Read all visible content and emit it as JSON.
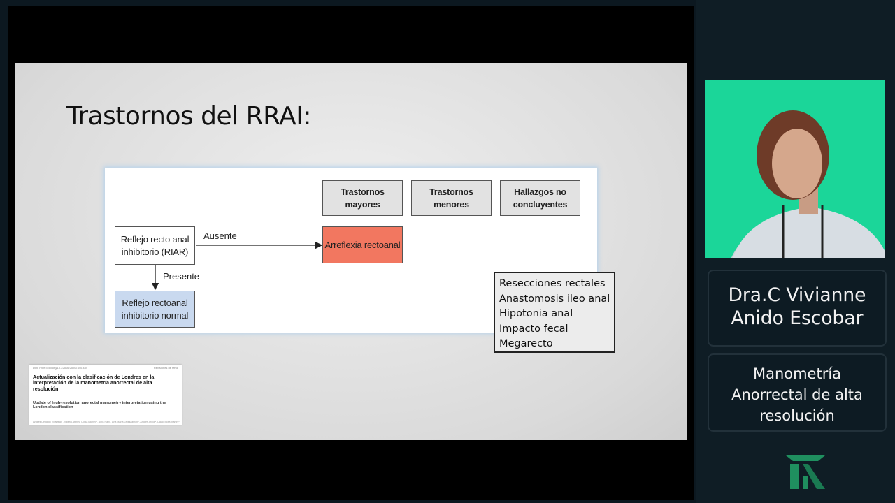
{
  "slide": {
    "title": "Trastornos del RRAI:",
    "diagram": {
      "categories": [
        "Trastornos mayores",
        "Trastornos menores",
        "Hallazgos no\nconcluyentes"
      ],
      "start_node": "Reflejo recto anal\ninhibitorio (RIAR)",
      "absent_label": "Ausente",
      "absent_result": "Arreflexia rectoanal",
      "present_label": "Presente",
      "present_result": "Reflejo rectoanal\ninhibitorio normal"
    },
    "callout": [
      "Resecciones rectales",
      "Anastomosis ileo anal",
      "Hipotonia anal",
      "Impacto fecal",
      "Megarecto"
    ],
    "paper": {
      "doi": "DOI: https://doi.org/10.22516/25007440.484",
      "section": "Revisiones de tema",
      "title_es": "Actualización con la clasificación de Londres en la interpretación de la manometría anorrectal de alta resolución",
      "title_en": "Update of high-resolution anorectal manometry interpretation using the London classification",
      "authors": "Andrés Delgado Villarreal¹ , Valeria Atenea Costa Barney², Albis Hani³, Ana María Leguizamón⁴, Andrés Ardila⁵, David Mota Martini⁶"
    }
  },
  "presenter": {
    "name": "Dra.C Vivianne\nAnido Escobar",
    "topic": "Manometría\nAnorrectal de alta\nresolución"
  },
  "colors": {
    "absent_result_fill": "#f27760",
    "present_result_fill": "#c9d9ef",
    "category_fill": "#e2e2e2",
    "webcam_bg": "#1bd699",
    "logo_green": "#1f8f5f"
  },
  "icons": {
    "logo": "institution-logo-icon"
  }
}
